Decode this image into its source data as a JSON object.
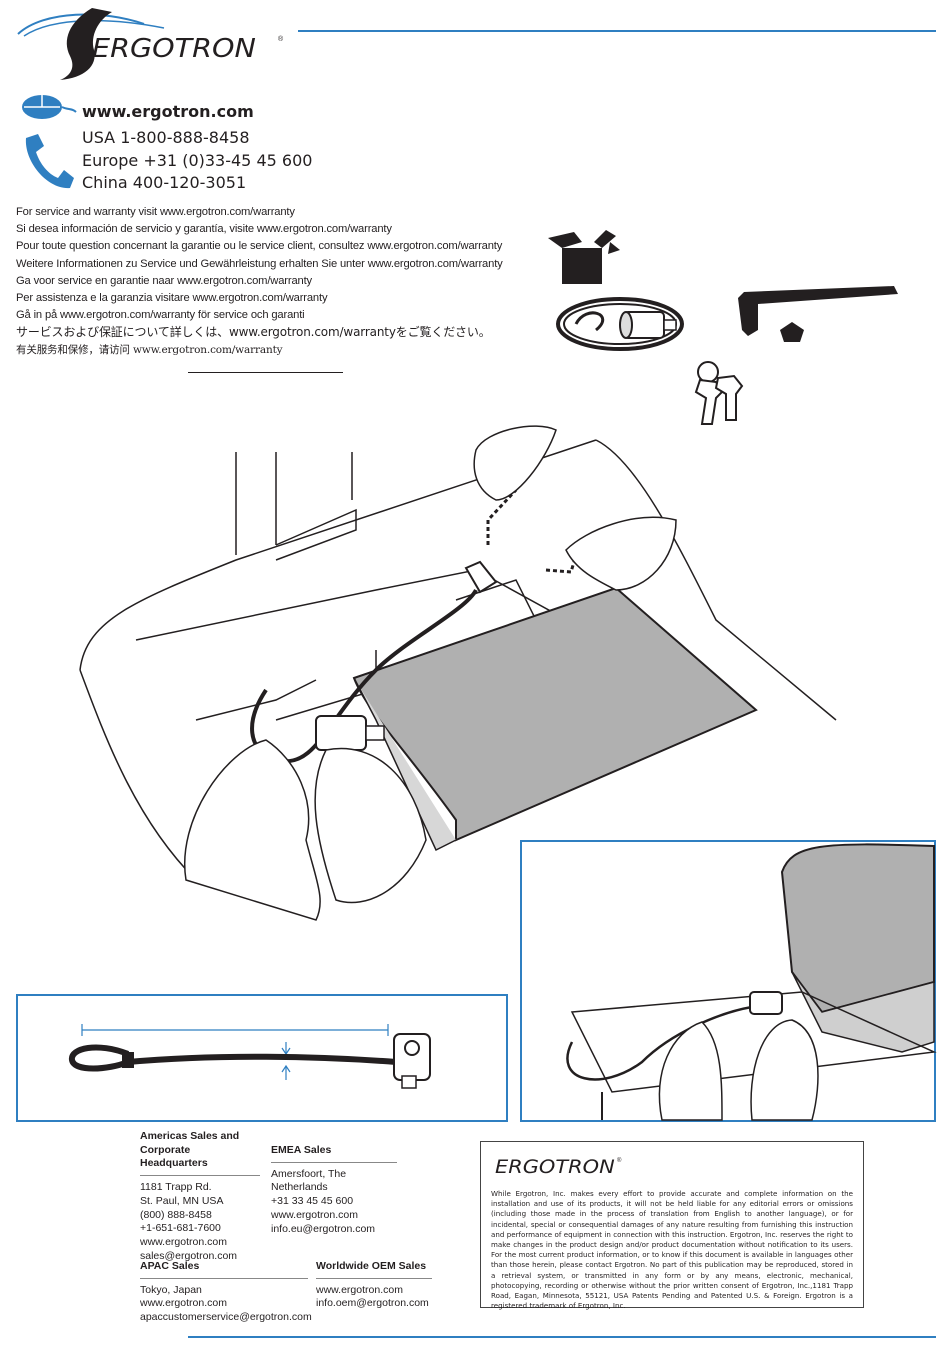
{
  "brand": {
    "name": "ERGOTRON",
    "accent_color": "#2f7fc1"
  },
  "contact": {
    "website": "www.ergotron.com",
    "phones": [
      "USA  1-800-888-8458",
      "Europe  +31 (0)33-45 45 600",
      "China  400-120-3051"
    ],
    "website_icon": "mouse-icon",
    "phone_icon": "telephone-handset-icon"
  },
  "warranty_lines": [
    "For service and warranty visit www.ergotron.com/warranty",
    "Si desea información de servicio y garantía, visite www.ergotron.com/warranty",
    "Pour toute question concernant la garantie ou le service client, consultez www.ergotron.com/warranty",
    "Weitere Informationen zu Service und Gewährleistung erhalten Sie unter www.ergotron.com/warranty",
    "Ga voor service en garantie naar www.ergotron.com/warranty",
    "Per assistenza e la garanzia visitare www.ergotron.com/warranty",
    "Gå in på www.ergotron.com/warranty för service och garanti",
    "サービスおよび保証について詳しくは、www.ergotron.com/warrantyをご覧ください。",
    "有关服务和保修，请访问 www.ergotron.com/warranty"
  ],
  "parts_icons": [
    "box-contents-icon",
    "cable-lock-icon",
    "hex-key-icon",
    "keys-icon"
  ],
  "offices": {
    "americas": {
      "heading_lines": [
        "Americas Sales and",
        "Corporate Headquarters"
      ],
      "lines": [
        "1181 Trapp Rd.",
        "St. Paul, MN USA",
        "(800) 888-8458",
        "+1-651-681-7600",
        "www.ergotron.com",
        "sales@ergotron.com"
      ]
    },
    "emea": {
      "heading": "EMEA Sales",
      "lines": [
        "Amersfoort, The Netherlands",
        "+31 33 45 45 600",
        "www.ergotron.com",
        "info.eu@ergotron.com"
      ]
    },
    "apac": {
      "heading": "APAC Sales",
      "lines": [
        "Tokyo, Japan",
        "www.ergotron.com",
        "apaccustomerservice@ergotron.com"
      ]
    },
    "oem": {
      "heading": "Worldwide OEM Sales",
      "lines": [
        "www.ergotron.com",
        "info.oem@ergotron.com"
      ]
    }
  },
  "legal": {
    "logo_text": "ERGOTRON",
    "text": "While Ergotron, Inc. makes every effort to provide accurate and complete information on the installation and use of its products, it will not be held liable for any editorial errors or omissions (including those made in the process of translation from English to another language), or for incidental, special or consequential damages of any nature resulting from furnishing this instruction and performance of equipment in connection with this instruction. Ergotron, Inc. reserves the right to make changes in the product design and/or product documentation without notification to its users. For the most current product information, or to know if this document is available in languages other than those herein, please contact Ergotron. No part of this publication may be reproduced, stored in a retrieval system, or transmitted in any form or by any means, electronic, mechanical, photocopying, recording or otherwise without the prior written consent of Ergotron, Inc.,1181 Trapp Road, Eagan, Minnesota, 55121, USA Patents Pending and Patented U.S. & Foreign. Ergotron is a registered trademark of Ergotron, Inc."
  }
}
